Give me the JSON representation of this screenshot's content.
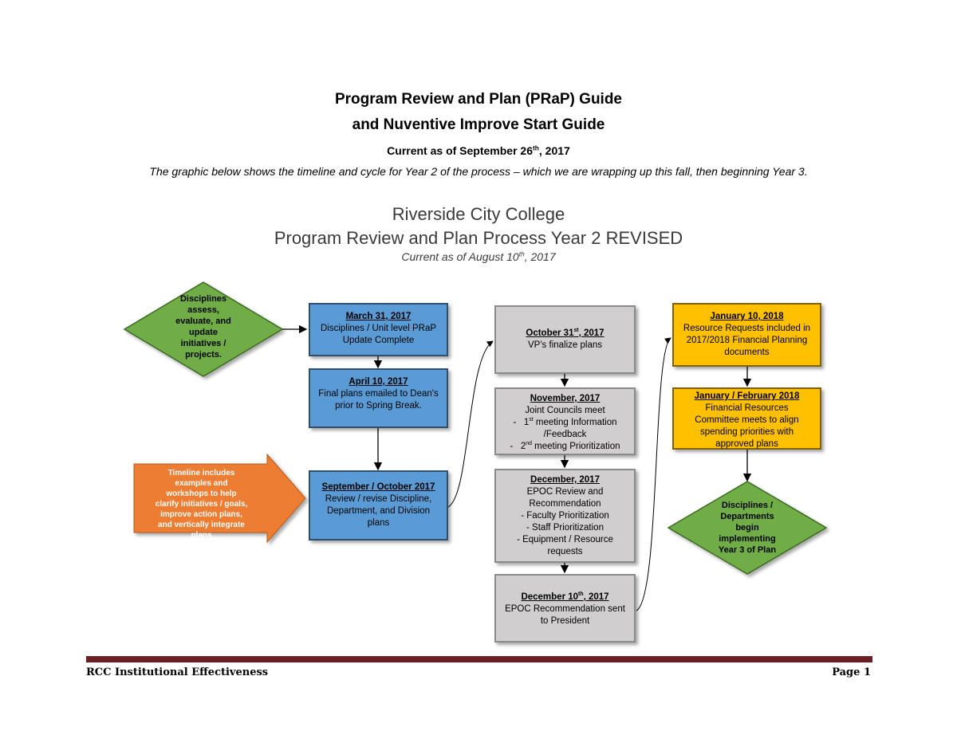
{
  "document": {
    "title_line1": "Program Review and Plan (PRaP) Guide",
    "title_line2": "and Nuventive Improve Start Guide",
    "current_as_of_prefix": "Current as of September 26",
    "current_as_of_sup": "th",
    "current_as_of_suffix": ", 2017",
    "intro": "The graphic below shows the timeline and cycle for Year 2 of the process – which we are wrapping up this fall, then beginning Year 3."
  },
  "graphic": {
    "title_line1": "Riverside City College",
    "title_line2": "Program Review and Plan Process Year 2 REVISED",
    "subtitle_prefix": "Current as of August 10",
    "subtitle_sup": "th",
    "subtitle_suffix": ", 2017",
    "start_diamond": [
      "Disciplines",
      "assess,",
      "evaluate, and",
      "update",
      "initiatives /",
      "projects."
    ],
    "timeline_note": [
      "Timeline includes",
      "examples and",
      "workshops to help",
      "clarify initiatives / goals,",
      "improve action plans,",
      "and vertically integrate",
      "plans"
    ],
    "col1": [
      {
        "heading": "March 31, 2017",
        "lines": [
          "Disciplines / Unit level PRaP",
          "Update Complete"
        ]
      },
      {
        "heading": "April 10, 2017",
        "lines": [
          "Final plans emailed to Dean's",
          "prior to Spring Break."
        ]
      },
      {
        "heading": "September / October 2017",
        "lines": [
          "Review / revise Discipline,",
          "Department, and Division",
          "plans"
        ]
      }
    ],
    "col2": [
      {
        "heading_prefix": "October 31",
        "heading_sup": "st",
        "heading_suffix": ", 2017",
        "lines": [
          "VP's finalize plans"
        ]
      },
      {
        "heading": "November, 2017",
        "lines": [
          "Joint Councils meet"
        ],
        "bullets": [
          {
            "prefix": "1",
            "sup": "st",
            "suffix": " meeting Information"
          },
          {
            "prefix": "/Feedback",
            "sup": "",
            "suffix": ""
          },
          {
            "prefix": "2",
            "sup": "nd",
            "suffix": " meeting Prioritization"
          }
        ]
      },
      {
        "heading": "December, 2017",
        "lines": [
          "EPOC Review and",
          "Recommendation",
          "-   Faculty Prioritization",
          "-   Staff Prioritization",
          "-   Equipment / Resource",
          "requests"
        ]
      },
      {
        "heading_prefix": "December 10",
        "heading_sup": "th",
        "heading_suffix": ", 2017",
        "lines": [
          "EPOC Recommendation sent",
          "to President"
        ]
      }
    ],
    "col3": [
      {
        "heading": "January 10, 2018",
        "lines": [
          "Resource Requests included in",
          "2017/2018 Financial Planning",
          "documents"
        ]
      },
      {
        "heading": "January / February 2018",
        "lines": [
          "Financial Resources",
          "Committee meets to align",
          "spending priorities with",
          "approved plans"
        ]
      }
    ],
    "end_diamond": [
      "Disciplines /",
      "Departments",
      "begin",
      "implementing",
      "Year 3 of Plan"
    ],
    "colors": {
      "blue": "#5b9bd5",
      "gray": "#d0cece",
      "yellow": "#ffc000",
      "green": "#70ad47",
      "orange": "#ed7d31",
      "footer_bar": "#6b1f24"
    }
  },
  "footer": {
    "left": "RCC Institutional Effectiveness",
    "right": "Page 1"
  }
}
